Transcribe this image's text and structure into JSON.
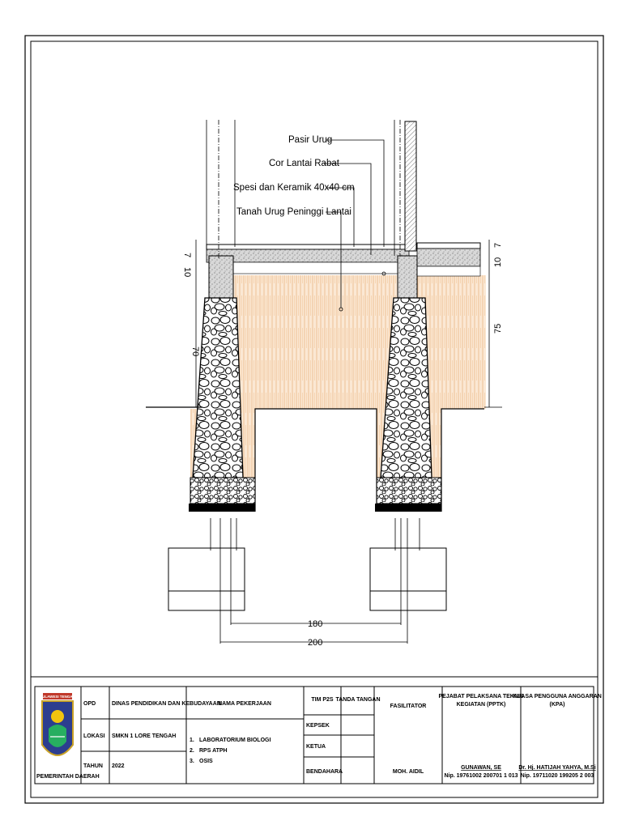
{
  "drawing": {
    "callouts": [
      "Pasir Urug",
      "Cor Lantai Rabat",
      "Spesi dan Keramik 40x40 cm",
      "Tanah Urug Peninggi Lantai"
    ],
    "dimensions": {
      "left_height": "70",
      "left_top": "10",
      "left_top2": "7",
      "right_height": "75",
      "right_top": "10",
      "right_top2": "7",
      "inner_width": "180",
      "outer_width": "200"
    }
  },
  "title_block": {
    "logo_caption": "SULAWESI TENGAH",
    "org_name": "PEMERINTAH DAERAH",
    "opd_label": "OPD",
    "opd_value": "DINAS PENDIDIKAN DAN KEBUDAYAAN",
    "lokasi_label": "LOKASI",
    "lokasi_value": "SMKN 1 LORE TENGAH",
    "tahun_label": "TAHUN",
    "tahun_value": "2022",
    "nama_pekerjaan_label": "NAMA PEKERJAAN",
    "pekerjaan_items": [
      "1.",
      "2.",
      "3."
    ],
    "pekerjaan_values": [
      "LABORATORIUM BIOLOGI",
      "RPS ATPH",
      "OSIS"
    ],
    "tim_label": "TIM P2S",
    "tanda_tangan_label": "TANDA TANGAN",
    "tim_roles": [
      "KEPSEK",
      "KETUA",
      "BENDAHARA"
    ],
    "fasilitator_label": "FASILITATOR",
    "fasilitator_name": "MOH. AIDIL",
    "pptk_label_1": "PEJABAT PELAKSANA TEKNIS",
    "pptk_label_2": "KEGIATAN (PPTK)",
    "pptk_name": "GUNAWAN, SE",
    "pptk_nip": "Nip. 19761002 200701 1 013",
    "kpa_label_1": "KUASA PENGGUNA ANGGARAN",
    "kpa_label_2": "(KPA)",
    "kpa_name": "Dr. Hj. HATIJAH YAHYA, M.Si",
    "kpa_nip": "Nip. 19711020 199205 2 003"
  }
}
